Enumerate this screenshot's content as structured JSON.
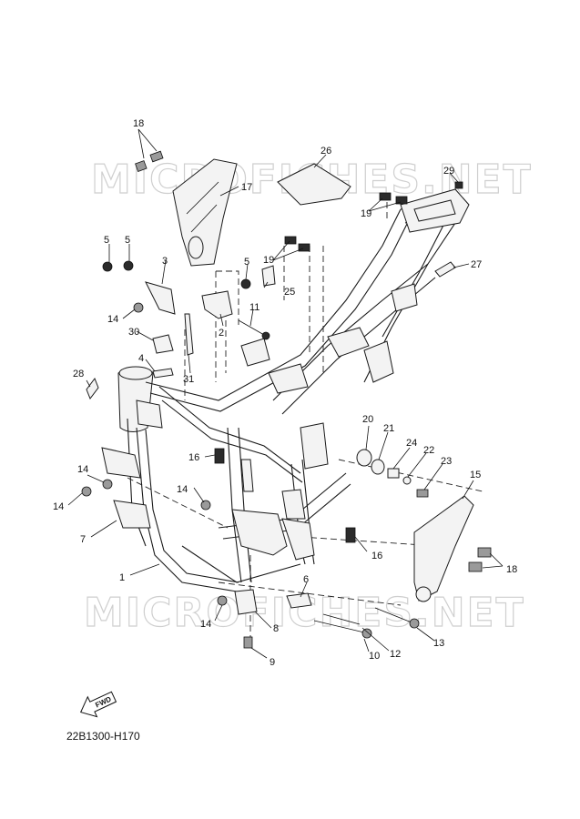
{
  "watermark": "MICROFICHES.NET",
  "diagram_code": "22B1300-H170",
  "fwd_label": "FWD",
  "callouts": {
    "c1": "1",
    "c2": "2",
    "c3": "3",
    "c4": "4",
    "c5a": "5",
    "c5b": "5",
    "c5c": "5",
    "c6": "6",
    "c7": "7",
    "c8": "8",
    "c9": "9",
    "c10": "10",
    "c11": "11",
    "c12": "12",
    "c13": "13",
    "c14a": "14",
    "c14b": "14",
    "c14c": "14",
    "c14d": "14",
    "c14e": "14",
    "c15": "15",
    "c16a": "16",
    "c16b": "16",
    "c17": "17",
    "c18a": "18",
    "c18b": "18",
    "c19a": "19",
    "c19b": "19",
    "c20": "20",
    "c21": "21",
    "c22": "22",
    "c23": "23",
    "c24": "24",
    "c25": "25",
    "c26": "26",
    "c27": "27",
    "c28": "28",
    "c29": "29",
    "c30": "30",
    "c31": "31"
  }
}
